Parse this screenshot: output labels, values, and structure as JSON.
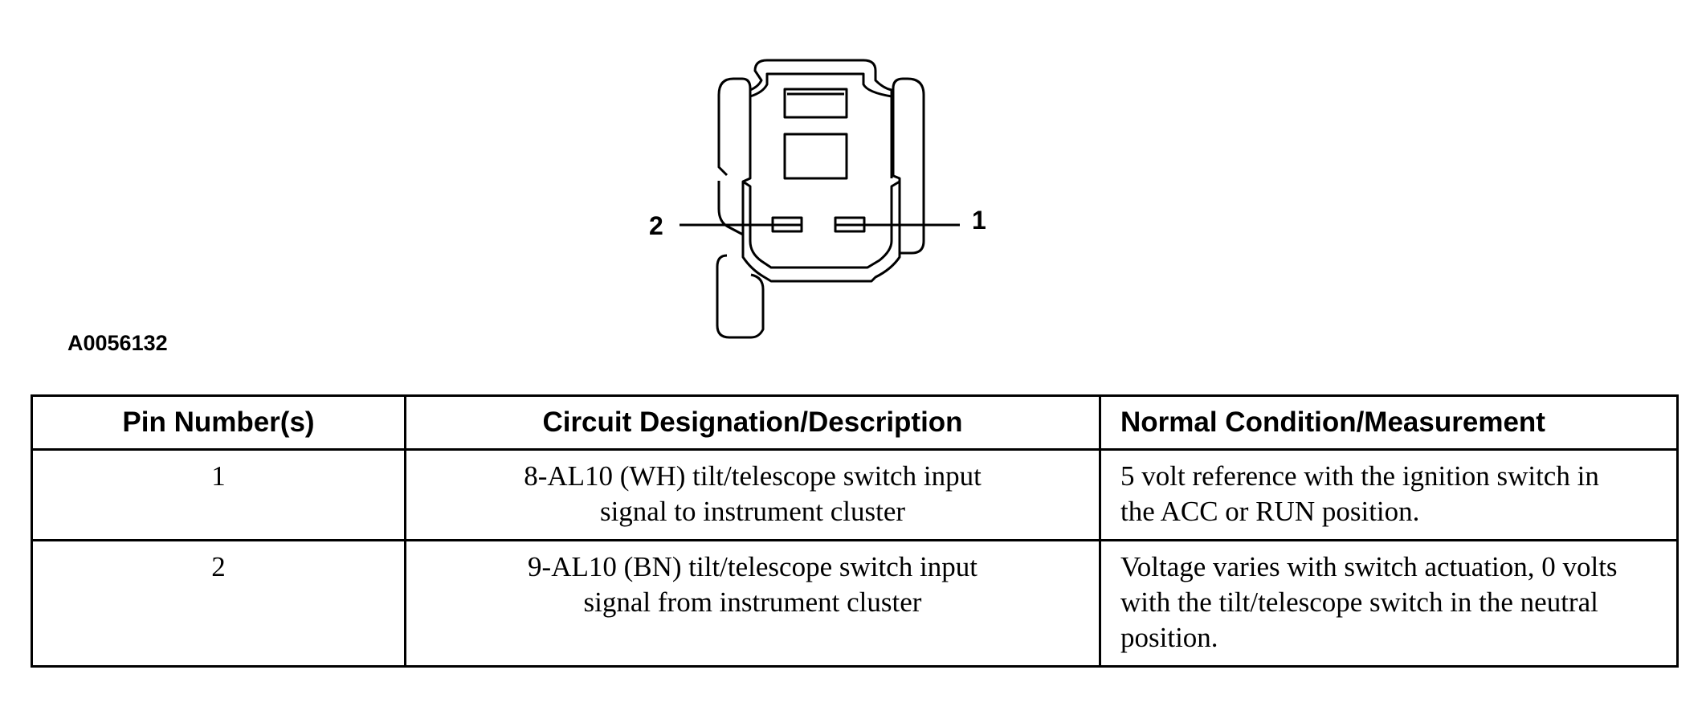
{
  "figure": {
    "id": "A0056132",
    "pin_labels": [
      "1",
      "2"
    ]
  },
  "table": {
    "headers": [
      "Pin Number(s)",
      "Circuit Designation/Description",
      "Normal Condition/Measurement"
    ],
    "rows": [
      {
        "pin": "1",
        "circuit_lines": [
          "8-AL10 (WH) tilt/telescope switch input",
          "signal to instrument cluster"
        ],
        "condition_lines": [
          "5 volt reference with the ignition switch in",
          "the ACC or RUN position."
        ]
      },
      {
        "pin": "2",
        "circuit_lines": [
          "9-AL10 (BN) tilt/telescope switch input",
          "signal from instrument cluster"
        ],
        "condition_lines": [
          "Voltage varies with switch actuation, 0 volts",
          "with the tilt/telescope switch in the neutral",
          "position."
        ]
      }
    ]
  }
}
